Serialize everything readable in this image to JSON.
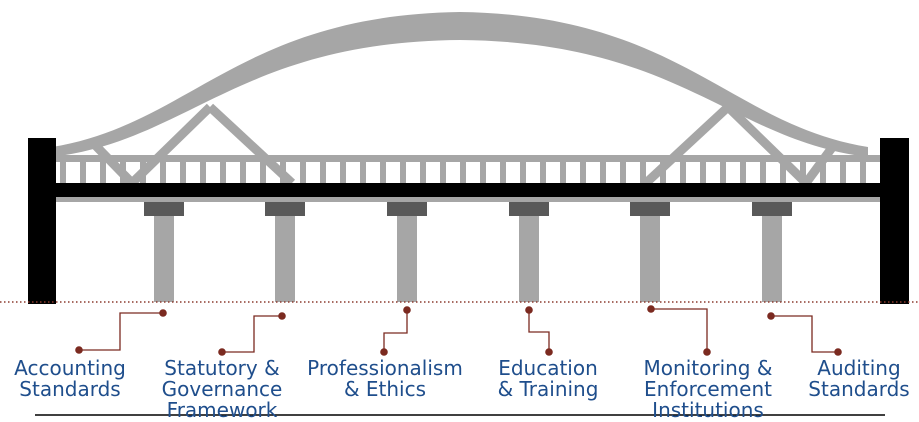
{
  "diagram": {
    "colors": {
      "arch": "#a6a6a6",
      "arch_dark": "#8c8c8c",
      "deck": "#000000",
      "pillar": "#a6a6a6",
      "pillar_cap": "#595959",
      "connector": "#7b2a20",
      "water_line": "#8b3a2e",
      "label": "#1f4e8c"
    },
    "pillars": [
      {
        "line1": "Accounting",
        "line2": "Standards",
        "line3": ""
      },
      {
        "line1": "Statutory &",
        "line2": "Governance",
        "line3": "Framework"
      },
      {
        "line1": "Professionalism",
        "line2": "& Ethics",
        "line3": ""
      },
      {
        "line1": "Education",
        "line2": "& Training",
        "line3": ""
      },
      {
        "line1": "Monitoring &",
        "line2": "Enforcement",
        "line3": "Institutions"
      },
      {
        "line1": "Auditing",
        "line2": "Standards",
        "line3": ""
      }
    ]
  }
}
